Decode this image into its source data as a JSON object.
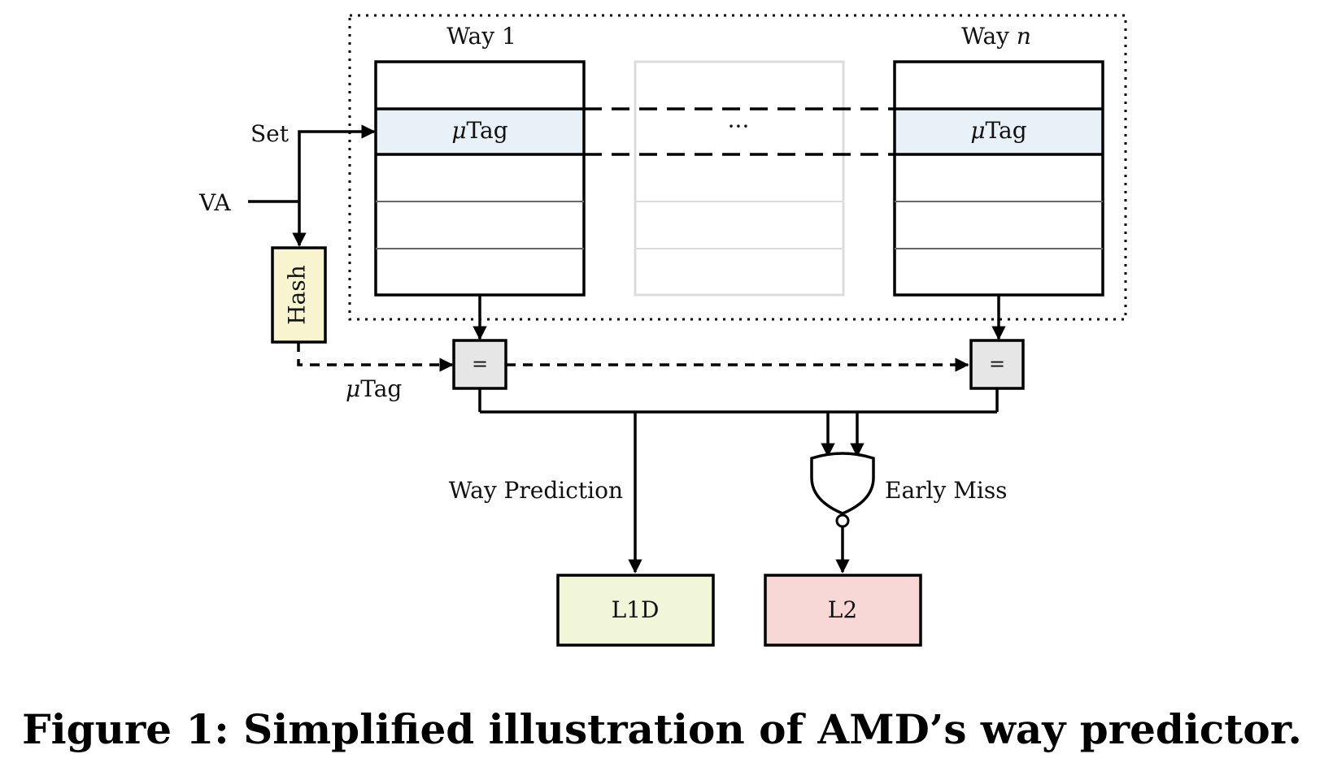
{
  "diagram": {
    "ways": {
      "first_label": "Way 1",
      "last_label_prefix": "Way ",
      "last_label_var": "n",
      "ellipsis": "···"
    },
    "utag": {
      "mu": "μ",
      "word": "Tag"
    },
    "inputs": {
      "set": "Set",
      "va": "VA"
    },
    "hash": {
      "label": "Hash"
    },
    "comparator": {
      "symbol": "="
    },
    "outputs": {
      "way_prediction": "Way Prediction",
      "early_miss": "Early Miss",
      "l1d": "L1D",
      "l2": "L2"
    },
    "colors": {
      "utag_row": "#e8f0f8",
      "hash_fill": "#f7f4cf",
      "comparator_fill": "#e6e6e6",
      "l1d_fill": "#f1f6d8",
      "l2_fill": "#f8d8d6",
      "faded_way": "#dcdcdc"
    }
  },
  "caption": "Figure 1: Simplified illustration of AMD’s way predictor."
}
